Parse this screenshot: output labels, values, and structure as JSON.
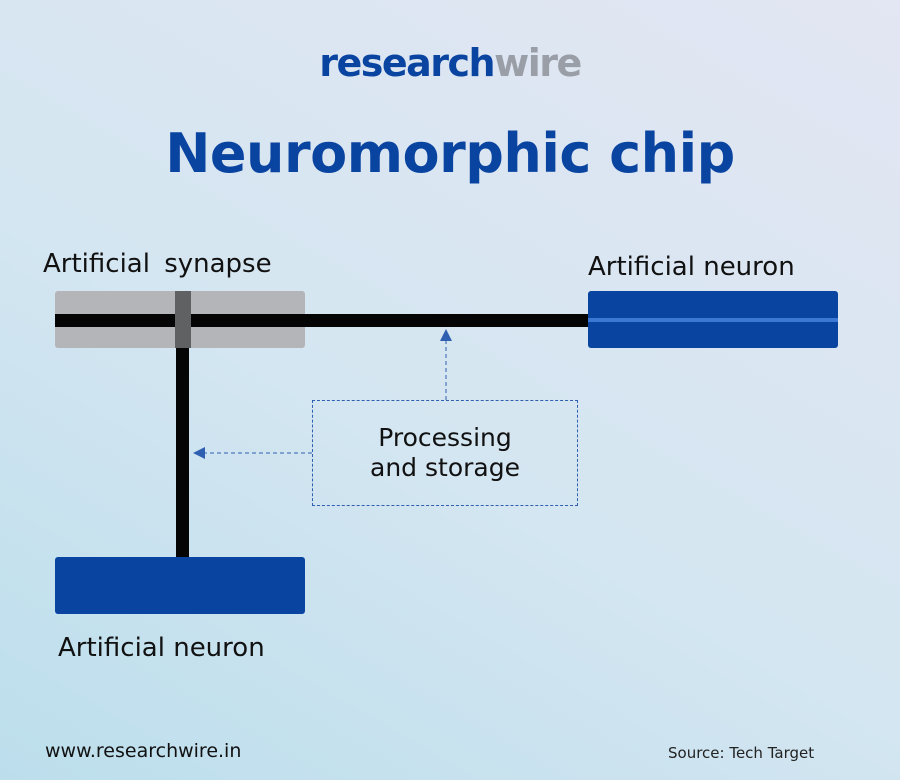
{
  "logo": {
    "part1": "research",
    "part2": "wire"
  },
  "title": "Neuromorphic chip",
  "labels": {
    "synapse": "Artificial  synapse",
    "neuron_right": "Artificial neuron",
    "neuron_bottom": "Artificial neuron"
  },
  "callout": {
    "line1": "Processing",
    "line2": "and storage"
  },
  "footer": {
    "website": "www.researchwire.in",
    "source": "Source: Tech Target"
  },
  "colors": {
    "brand_blue": "#0a44a1",
    "logo_gray": "#9a9ea6",
    "wire": "#050505",
    "synapse_gray": "#b3b5b8",
    "arrow": "#2e5fb0"
  }
}
